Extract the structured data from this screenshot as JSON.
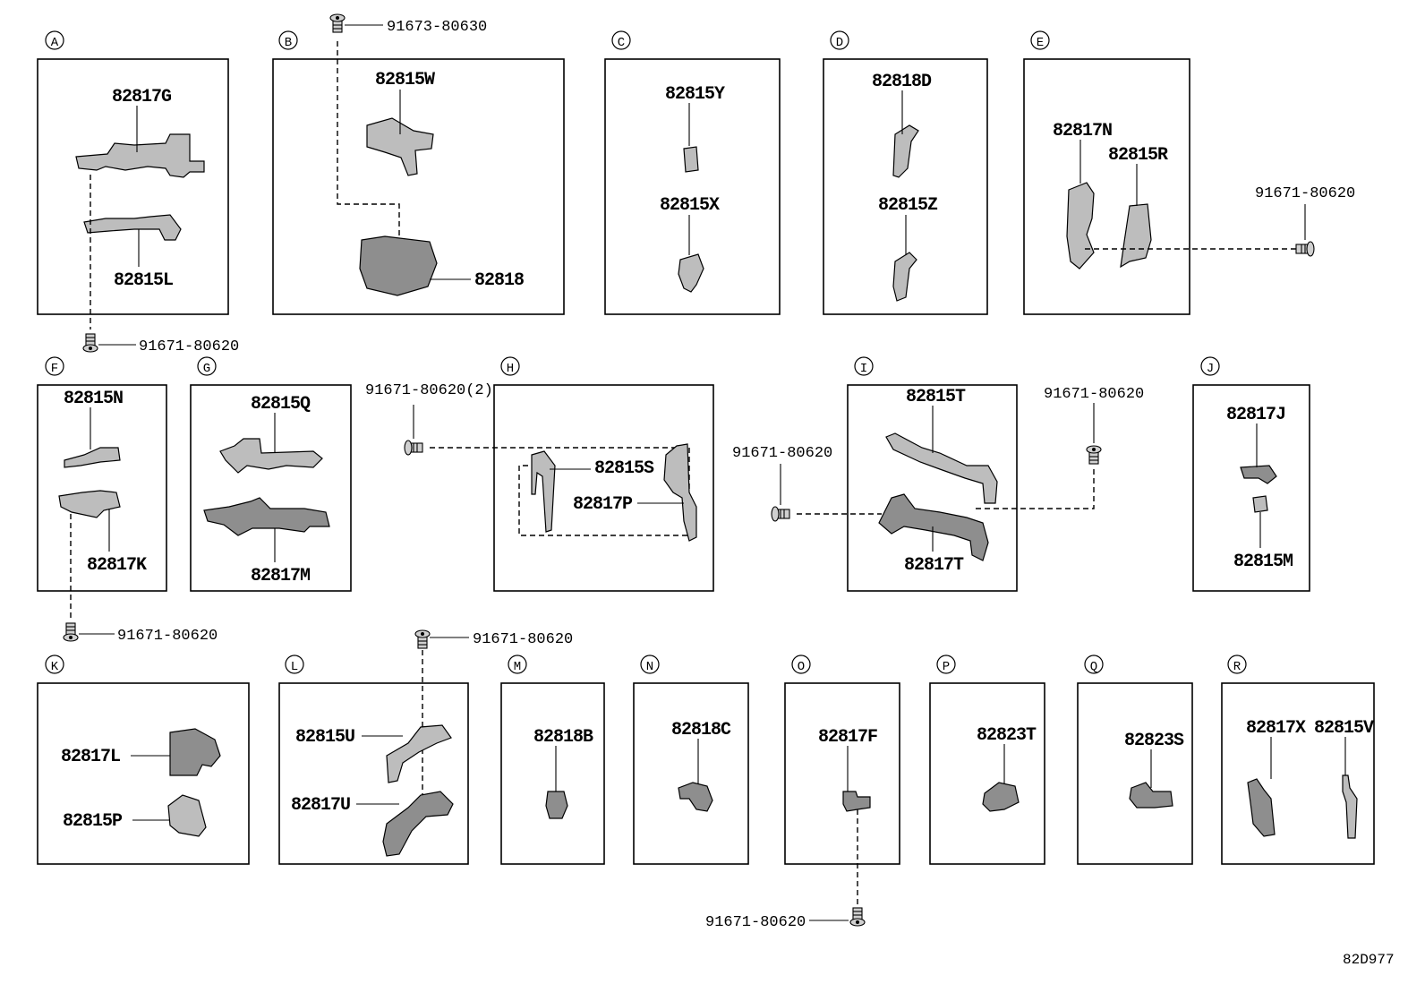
{
  "groups": {
    "A": "A",
    "B": "B",
    "C": "C",
    "D": "D",
    "E": "E",
    "F": "F",
    "G": "G",
    "H": "H",
    "I": "I",
    "J": "J",
    "K": "K",
    "L": "L",
    "M": "M",
    "N": "N",
    "O": "O",
    "P": "P",
    "Q": "Q",
    "R": "R"
  },
  "parts": {
    "a_top": "82817G",
    "a_bottom": "82815L",
    "b_top": "82815W",
    "b_bottom": "82818",
    "c_top": "82815Y",
    "c_bottom": "82815X",
    "d_top": "82818D",
    "d_bottom": "82815Z",
    "e_left": "82817N",
    "e_right": "82815R",
    "f_top": "82815N",
    "f_bottom": "82817K",
    "g_top": "82815Q",
    "g_bottom": "82817M",
    "h_top": "82815S",
    "h_bottom": "82817P",
    "i_top": "82815T",
    "i_bottom": "82817T",
    "j_top": "82817J",
    "j_bottom": "82815M",
    "k_top": "82817L",
    "k_bottom": "82815P",
    "l_top": "82815U",
    "l_bottom": "82817U",
    "m": "82818B",
    "n": "82818C",
    "o": "82817F",
    "p": "82823T",
    "q": "82823S",
    "r_left": "82817X",
    "r_right": "82815V"
  },
  "bolts": {
    "b_top": "91673-80630",
    "e_right": "91671-80620",
    "a_below": "91671-80620",
    "h_left": "91671-80620(2)",
    "i_left": "91671-80620",
    "i_right": "91671-80620",
    "f_below": "91671-80620",
    "l_top": "91671-80620",
    "o_below": "91671-80620"
  },
  "diagram_code": "82D977"
}
